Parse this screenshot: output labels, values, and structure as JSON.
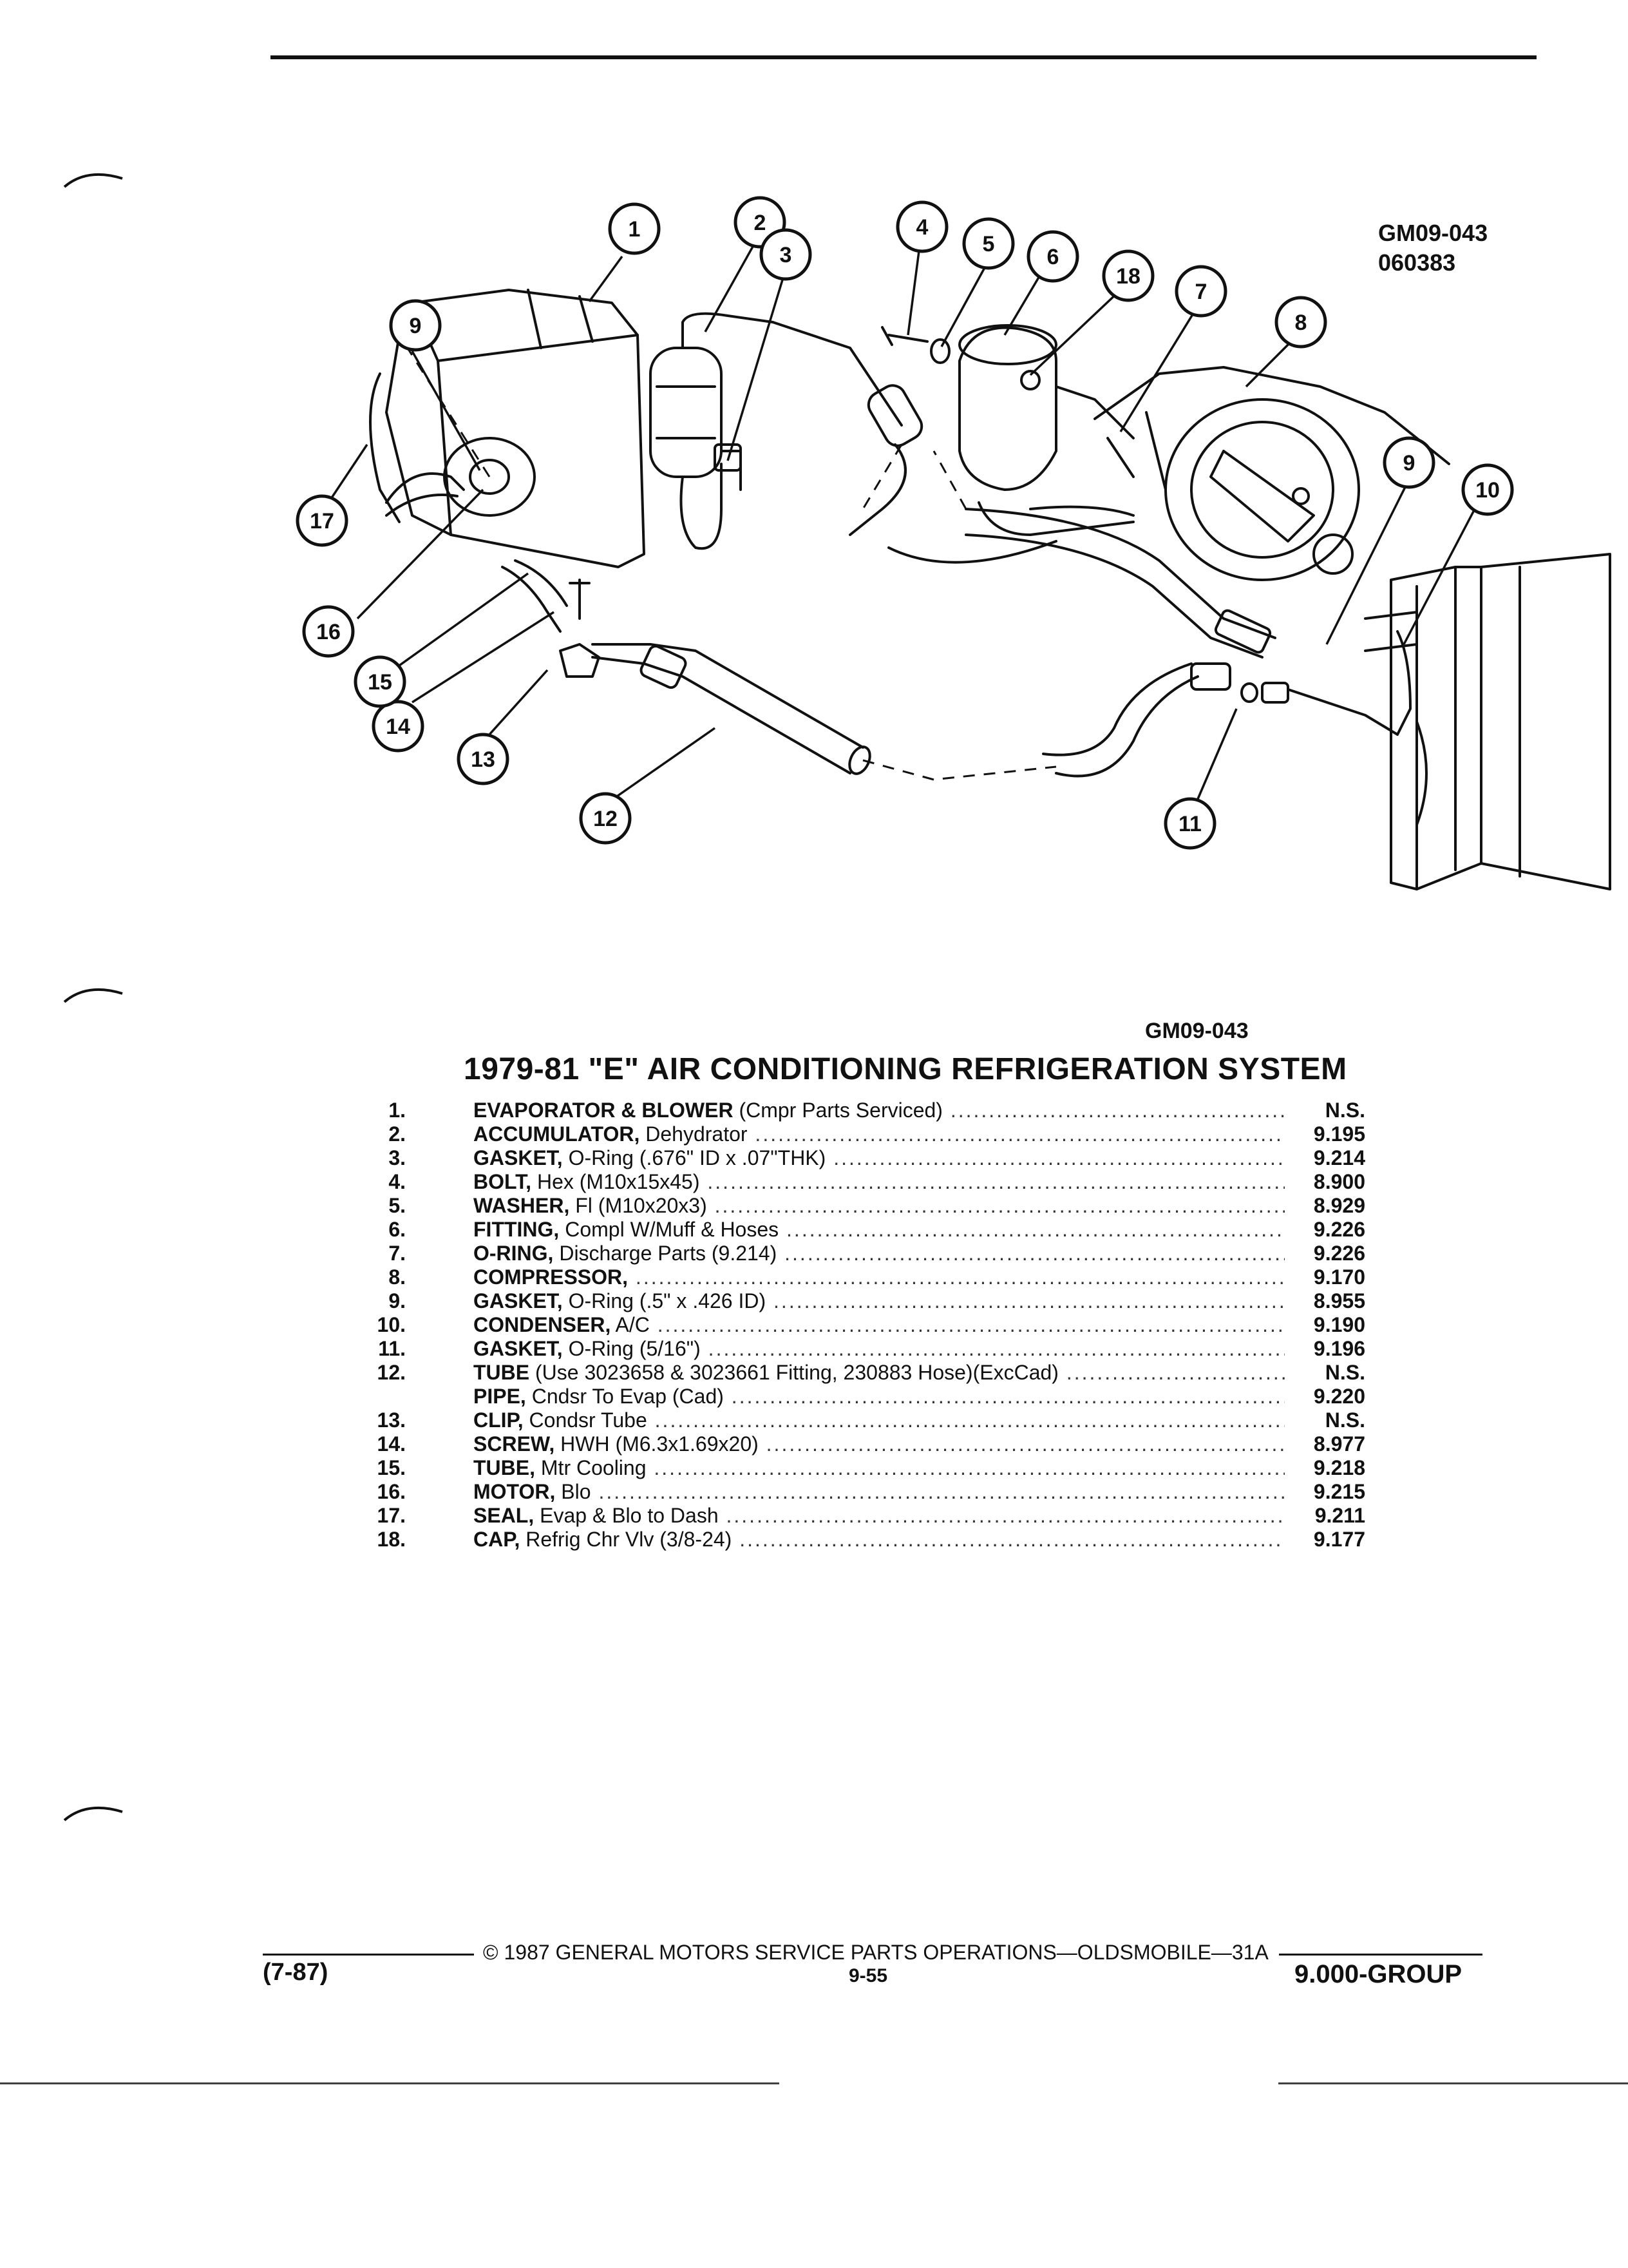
{
  "figure": {
    "id_top": "GM09-043",
    "code_top": "060383",
    "id_bottom": "GM09-043",
    "callouts": [
      "1",
      "2",
      "3",
      "4",
      "5",
      "6",
      "18",
      "7",
      "8",
      "9",
      "9",
      "10",
      "11",
      "12",
      "13",
      "14",
      "15",
      "16",
      "17"
    ]
  },
  "title": "1979-81 \"E\" AIR CONDITIONING REFRIGERATION SYSTEM",
  "parts": [
    {
      "num": "1.",
      "name": "EVAPORATOR & BLOWER",
      "detail": " (Cmpr Parts Serviced)",
      "ref": "N.S."
    },
    {
      "num": "2.",
      "name": "ACCUMULATOR,",
      "detail": " Dehydrator",
      "ref": "9.195"
    },
    {
      "num": "3.",
      "name": "GASKET,",
      "detail": " O-Ring (.676\" ID x .07\"THK)",
      "ref": "9.214"
    },
    {
      "num": "4.",
      "name": "BOLT,",
      "detail": " Hex (M10x15x45)",
      "ref": "8.900"
    },
    {
      "num": "5.",
      "name": "WASHER,",
      "detail": " Fl (M10x20x3)",
      "ref": "8.929"
    },
    {
      "num": "6.",
      "name": "FITTING,",
      "detail": " Compl W/Muff & Hoses",
      "ref": "9.226"
    },
    {
      "num": "7.",
      "name": "O-RING,",
      "detail": " Discharge Parts (9.214)",
      "ref": "9.226"
    },
    {
      "num": "8.",
      "name": "COMPRESSOR,",
      "detail": "",
      "ref": "9.170"
    },
    {
      "num": "9.",
      "name": "GASKET,",
      "detail": " O-Ring (.5\" x .426 ID)",
      "ref": "8.955"
    },
    {
      "num": "10.",
      "name": "CONDENSER,",
      "detail": " A/C",
      "ref": "9.190"
    },
    {
      "num": "11.",
      "name": "GASKET,",
      "detail": " O-Ring (5/16\")",
      "ref": "9.196"
    },
    {
      "num": "12.",
      "name": "TUBE",
      "detail": " (Use 3023658 & 3023661 Fitting, 230883 Hose)(ExcCad)",
      "ref": "N.S."
    },
    {
      "num": "",
      "name": "PIPE,",
      "detail": " Cndsr To Evap (Cad)",
      "ref": "9.220"
    },
    {
      "num": "13.",
      "name": "CLIP,",
      "detail": " Condsr Tube",
      "ref": "N.S."
    },
    {
      "num": "14.",
      "name": "SCREW,",
      "detail": " HWH (M6.3x1.69x20)",
      "ref": "8.977"
    },
    {
      "num": "15.",
      "name": "TUBE,",
      "detail": " Mtr Cooling",
      "ref": "9.218"
    },
    {
      "num": "16.",
      "name": "MOTOR,",
      "detail": " Blo",
      "ref": "9.215"
    },
    {
      "num": "17.",
      "name": "SEAL,",
      "detail": " Evap & Blo to Dash",
      "ref": "9.211"
    },
    {
      "num": "18.",
      "name": "CAP,",
      "detail": " Refrig Chr Vlv (3/8-24)",
      "ref": "9.177"
    }
  ],
  "footer": {
    "date": "(7-87)",
    "copyright": "© 1987 GENERAL MOTORS SERVICE PARTS OPERATIONS—OLDSMOBILE—31A",
    "page": "9-55",
    "group": "9.000-GROUP"
  }
}
